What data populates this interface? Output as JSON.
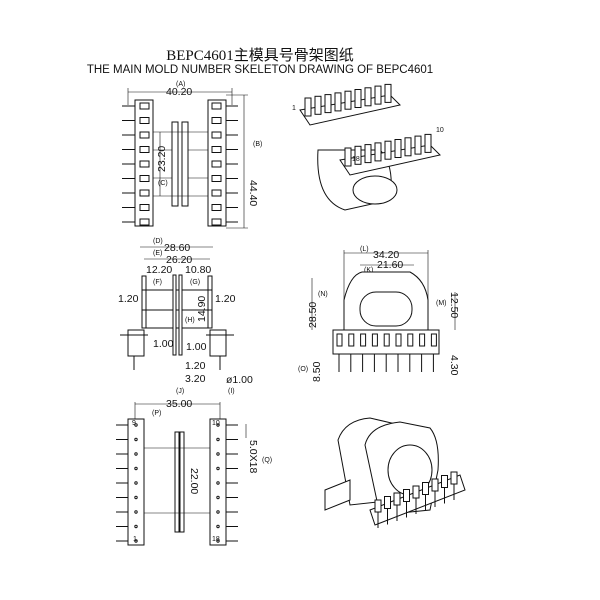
{
  "title": "BEPC4601主模具号骨架图纸",
  "subtitle": "THE MAIN MOLD NUMBER SKELETON DRAWING OF BEPC4601",
  "top_view": {
    "width": "40.20",
    "width_ref": "(A)",
    "height": "44.40",
    "height_ref": "(B)",
    "core": "23.20",
    "core_ref": "(C)"
  },
  "front_view": {
    "d": "28.60",
    "d_ref": "(D)",
    "e": "26.20",
    "e_ref": "(E)",
    "f": "12.20",
    "f_ref": "(F)",
    "g": "10.80",
    "g_ref": "(G)",
    "h": "14.90",
    "h_ref": "(H)",
    "wall_left": "1.20",
    "wall_right": "1.20",
    "flange_left": "1.00",
    "flange_right": "1.00",
    "j1": "1.20",
    "j2": "3.20",
    "j_ref": "(J)",
    "pin": "ø1.00",
    "pin_ref": "(I)"
  },
  "side_view": {
    "l": "34.20",
    "l_ref": "(L)",
    "k": "21.60",
    "k_ref": "(K)",
    "n": "28.50",
    "n_ref": "(N)",
    "m": "12.50",
    "m_ref": "(M)",
    "o": "8.50",
    "o_ref": "(O)",
    "pin_len": "4.30"
  },
  "bottom_view": {
    "p": "35.00",
    "p_ref": "(P)",
    "q": "5.0X18",
    "q_ref": "(Q)",
    "core": "22.00",
    "pins": [
      "9",
      "10",
      "1",
      "18"
    ]
  },
  "iso_top": {
    "pins": [
      "1",
      "10",
      "18"
    ]
  }
}
